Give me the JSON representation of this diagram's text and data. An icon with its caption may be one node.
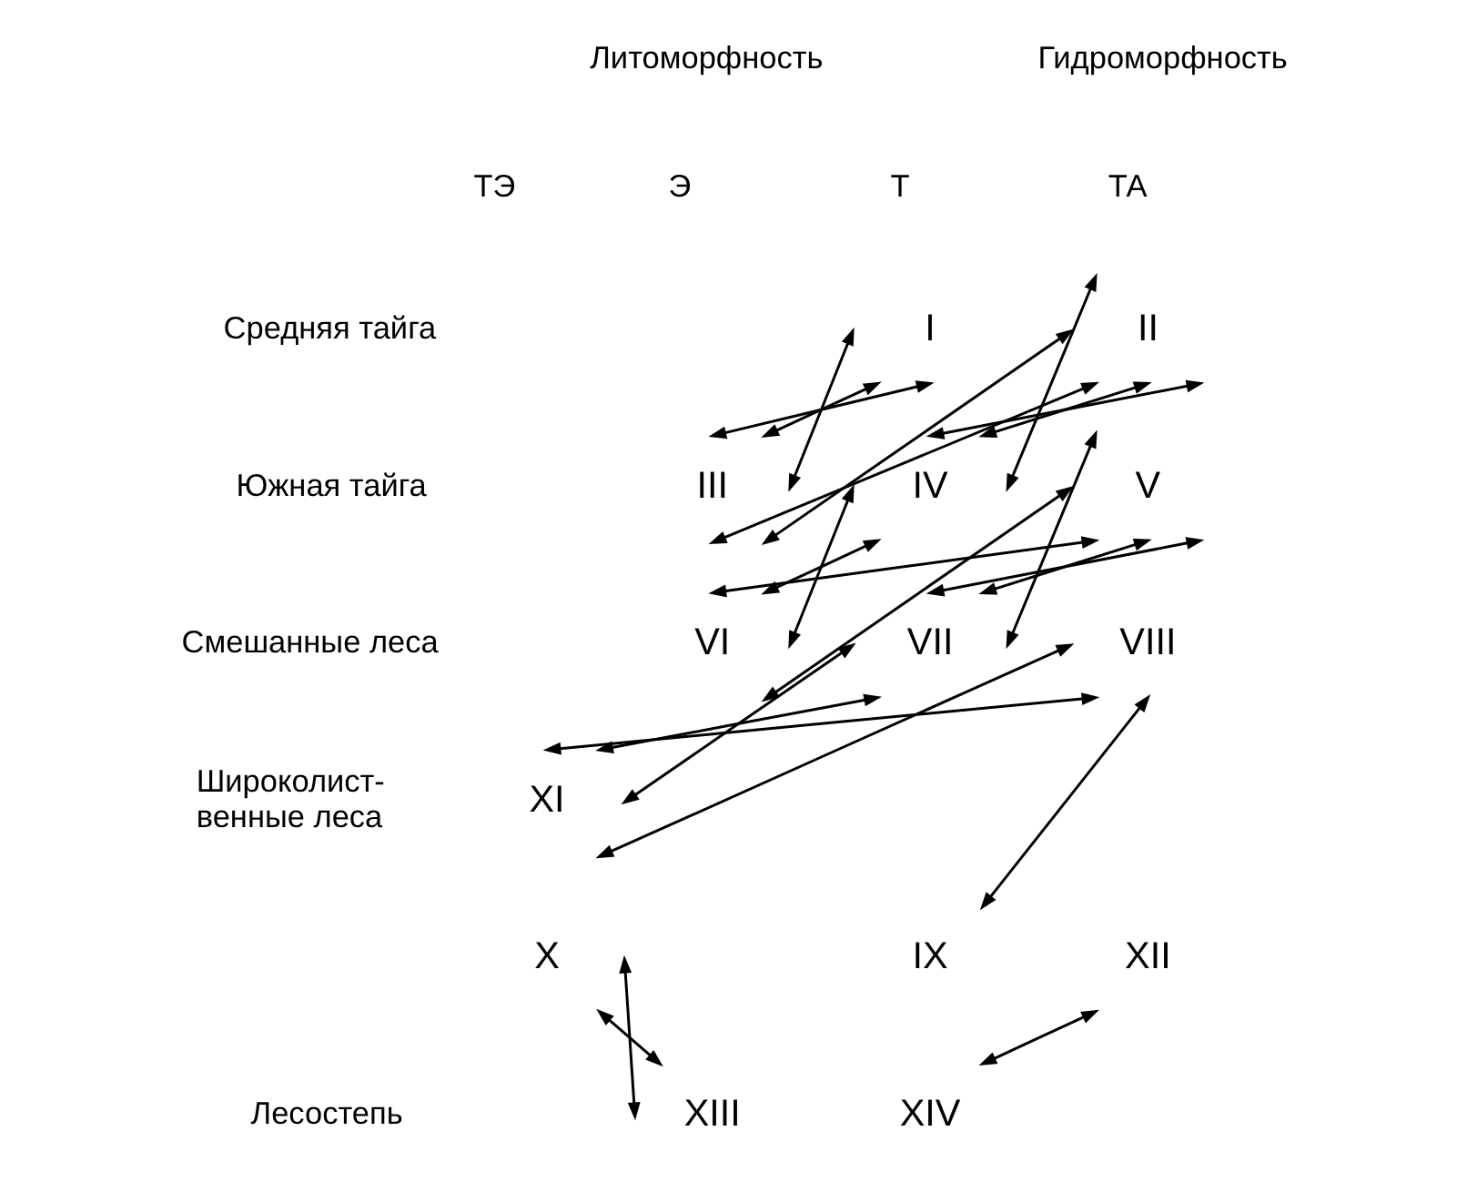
{
  "diagram": {
    "nodes": [
      {
        "text": [
          "I"
        ]
      },
      {
        "text": [
          "II"
        ]
      },
      {
        "text": [
          "III"
        ]
      },
      {
        "text": [
          "IV"
        ]
      },
      {
        "text": [
          "V"
        ]
      },
      {
        "text": [
          "VI"
        ]
      },
      {
        "text": [
          "VII"
        ]
      },
      {
        "text": [
          "VIII"
        ]
      },
      {
        "text": [
          "XI"
        ]
      },
      {
        "text": [
          "X"
        ]
      },
      {
        "text": [
          "IX"
        ]
      },
      {
        "text": [
          "XII"
        ]
      },
      {
        "text": [
          "XIV"
        ]
      },
      {
        "text": [
          "XIII"
        ]
      }
    ],
    "edges": [
      {
        "from": 2,
        "to": 0,
        "arrow": "both"
      },
      {
        "from": 2,
        "to": 0,
        "arrow": "both"
      },
      {
        "from": 2,
        "to": 0,
        "arrow": "both"
      },
      {
        "from": 2,
        "to": 1,
        "arrow": "both"
      },
      {
        "from": 2,
        "to": 1,
        "arrow": "both"
      },
      {
        "from": 1,
        "to": 3,
        "arrow": "both"
      },
      {
        "from": 1,
        "to": 3,
        "arrow": "both"
      },
      {
        "from": 1,
        "to": 3,
        "arrow": "both"
      },
      {
        "from": 5,
        "to": 3,
        "arrow": "both"
      },
      {
        "from": 5,
        "to": 3,
        "arrow": "both"
      },
      {
        "from": 5,
        "to": 4,
        "arrow": "both"
      },
      {
        "from": 5,
        "to": 4,
        "arrow": "both"
      },
      {
        "from": 4,
        "to": 6,
        "arrow": "both"
      },
      {
        "from": 4,
        "to": 6,
        "arrow": "both"
      },
      {
        "from": 4,
        "to": 6,
        "arrow": "both"
      },
      {
        "from": 8,
        "to": 6,
        "arrow": "both"
      },
      {
        "from": 8,
        "to": 6,
        "arrow": "both"
      },
      {
        "from": 8,
        "to": 7,
        "arrow": "both"
      },
      {
        "from": 8,
        "to": 7,
        "arrow": "both"
      },
      {
        "from": 7,
        "to": 10,
        "arrow": "both"
      },
      {
        "from": 9,
        "to": 13,
        "arrow": "both"
      },
      {
        "from": 9,
        "to": 13,
        "arrow": "both"
      },
      {
        "from": 11,
        "to": 12,
        "arrow": "both"
      }
    ],
    "labels": [
      "Литоморфность",
      "Гидроморфность",
      "ТЭ",
      "Э",
      "Т",
      "ТА",
      "Средняя тайга",
      "Южная тайга",
      "Смешанные леса",
      "Широколист- венные леса",
      "Лесостепь"
    ]
  }
}
